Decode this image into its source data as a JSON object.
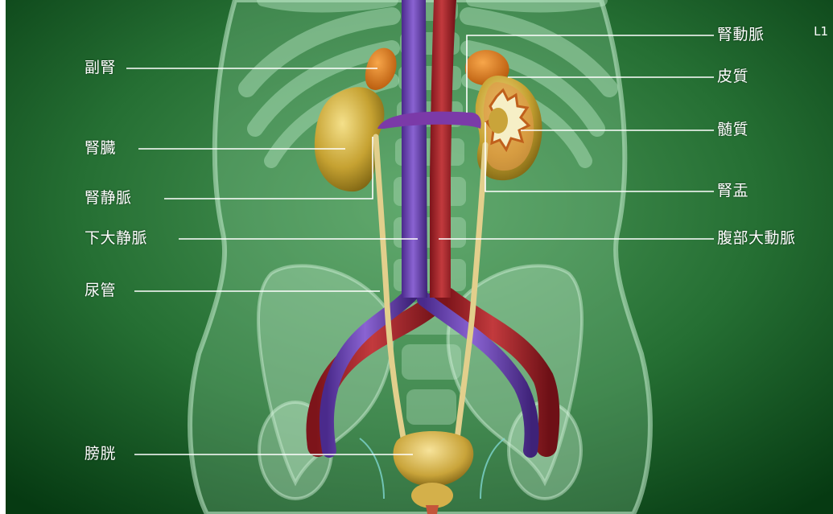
{
  "page_marker": "L1",
  "labels": {
    "left": {
      "adrenal_gland": "副腎",
      "kidney": "腎臓",
      "renal_vein": "腎静脈",
      "inferior_vena_cava": "下大静脈",
      "ureter": "尿管",
      "bladder": "膀胱"
    },
    "right": {
      "renal_artery": "腎動脈",
      "cortex": "皮質",
      "medulla": "髄質",
      "renal_pelvis": "腎盂",
      "abdominal_aorta": "腹部大動脈"
    }
  },
  "colors": {
    "background": "#1f6a2e",
    "artery": "#a8272c",
    "vein": "#6a3fb5",
    "kidney": "#c9a93a",
    "adrenal": "#e0811f",
    "ureter": "#d9c483",
    "bone": "#9fd1b0",
    "leader_line": "#ffffff"
  }
}
